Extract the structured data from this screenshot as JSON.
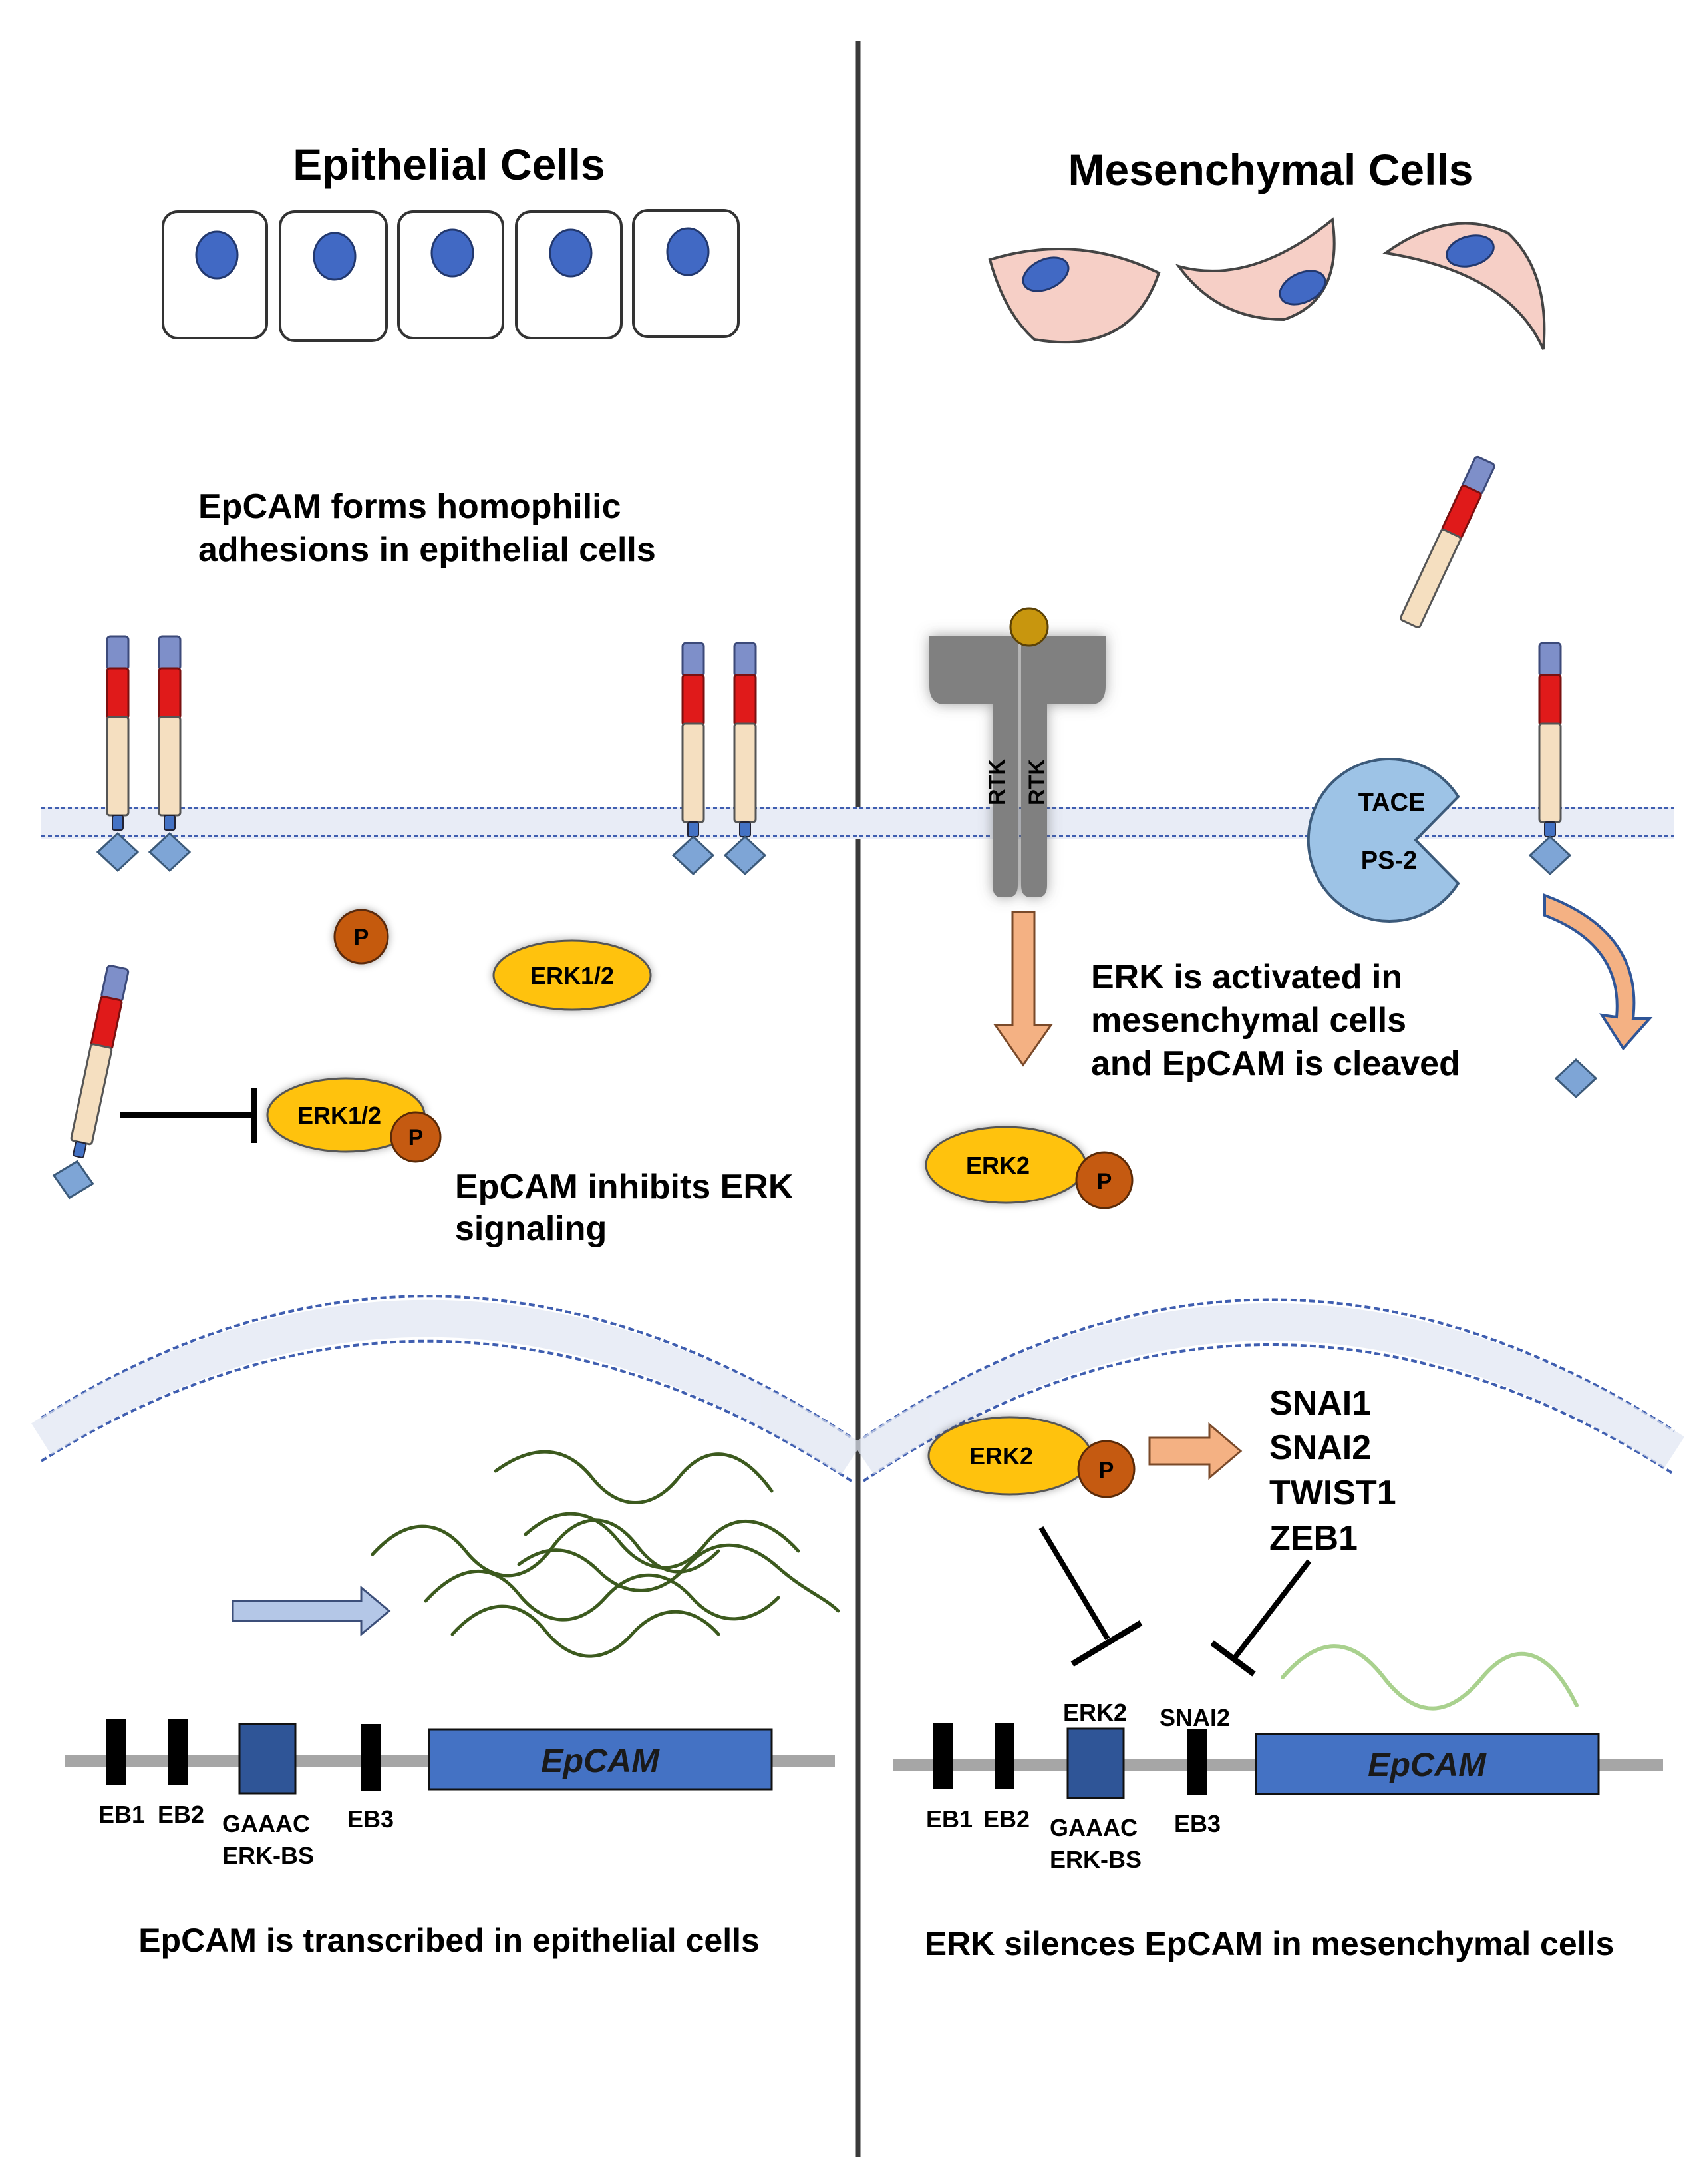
{
  "left": {
    "title": "Epithelial Cells",
    "adhesion_text": [
      "EpCAM forms homophilic",
      "adhesions in epithelial cells"
    ],
    "p_label": "P",
    "erk_free_label": "ERK1/2",
    "erk_phospho_label": "ERK1/2",
    "inhibit_text": [
      "EpCAM inhibits ERK",
      "signaling"
    ],
    "gene_name": "EpCAM",
    "elements": [
      "EB1",
      "EB2",
      "GAAAC",
      "ERK-BS",
      "EB3"
    ],
    "caption": "EpCAM is transcribed in epithelial cells"
  },
  "right": {
    "title": "Mesenchymal Cells",
    "rtk_label": "RTK",
    "tace_label": "TACE",
    "ps2_label": "PS-2",
    "activation_text": [
      "ERK is activated in",
      "mesenchymal cells",
      "and EpCAM is cleaved"
    ],
    "erk2_label": "ERK2",
    "p_label": "P",
    "transcription_factors": [
      "SNAI1",
      "SNAI2",
      "TWIST1",
      "ZEB1"
    ],
    "bound_labels": [
      "ERK2",
      "SNAI2"
    ],
    "gene_name": "EpCAM",
    "elements": [
      "EB1",
      "EB2",
      "GAAAC",
      "ERK-BS",
      "EB3"
    ],
    "caption": "ERK silences EpCAM in mesenchymal cells"
  },
  "colors": {
    "nucleus": "#4169c4",
    "mesenchymal_cell": "#f6cfc6",
    "erk": "#ffc20e",
    "phospho": "#c55a11",
    "epcam_head": "#7e8fc9",
    "epcam_red": "#e01a1a",
    "epcam_body": "#f5dfc0",
    "epcam_tail": "#7ea5d6",
    "membrane": "#3f5eb0",
    "mrna_dark": "#3c5a1e",
    "mrna_light": "#a9d18e",
    "gene_box": "#4472c4",
    "erk_bs_box": "#2f5597",
    "tace": "#9dc3e6",
    "rtk": "#808080",
    "ligand": "#c8960e",
    "arrow_orange": "#f4b183",
    "arrow_blue": "#b4c7e7"
  }
}
